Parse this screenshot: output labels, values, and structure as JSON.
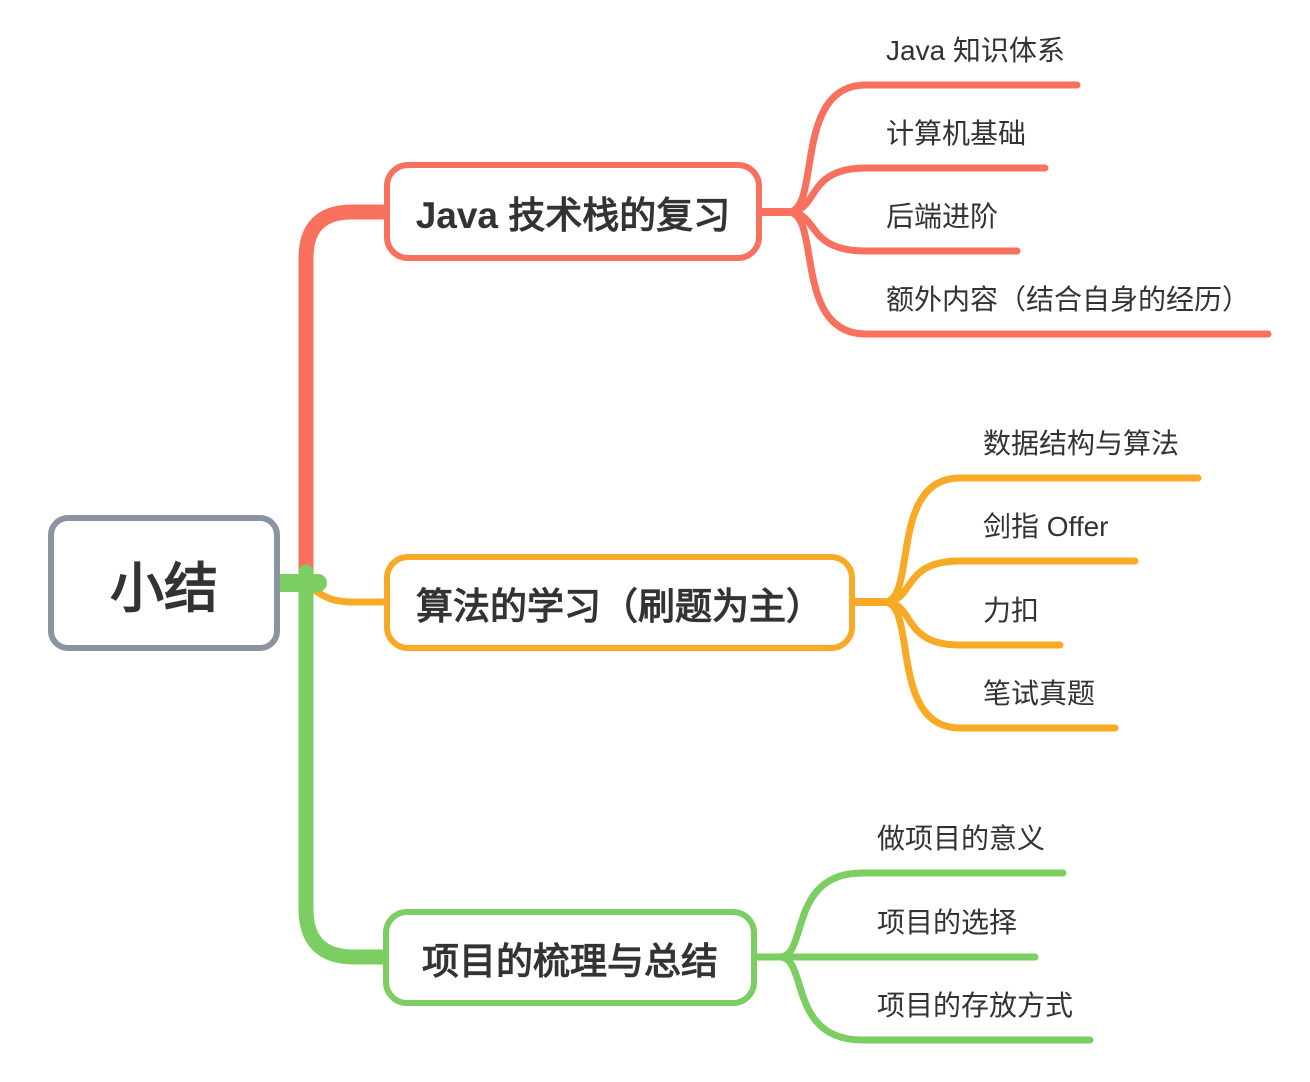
{
  "root": {
    "label": "小结"
  },
  "branches": [
    {
      "label": "Java 技术栈的复习",
      "color": "#f8705e",
      "children": [
        "Java 知识体系",
        "计算机基础",
        "后端进阶",
        "额外内容（结合自身的经历）"
      ]
    },
    {
      "label": "算法的学习（刷题为主）",
      "color": "#f8aa26",
      "children": [
        "数据结构与算法",
        "剑指 Offer",
        "力扣",
        "笔试真题"
      ]
    },
    {
      "label": "项目的梳理与总结",
      "color": "#7ccd62",
      "children": [
        "做项目的意义",
        "项目的选择",
        "项目的存放方式"
      ]
    }
  ],
  "colors": {
    "root_border": "#8b94a3",
    "text": "#333333",
    "background": "#ffffff"
  }
}
